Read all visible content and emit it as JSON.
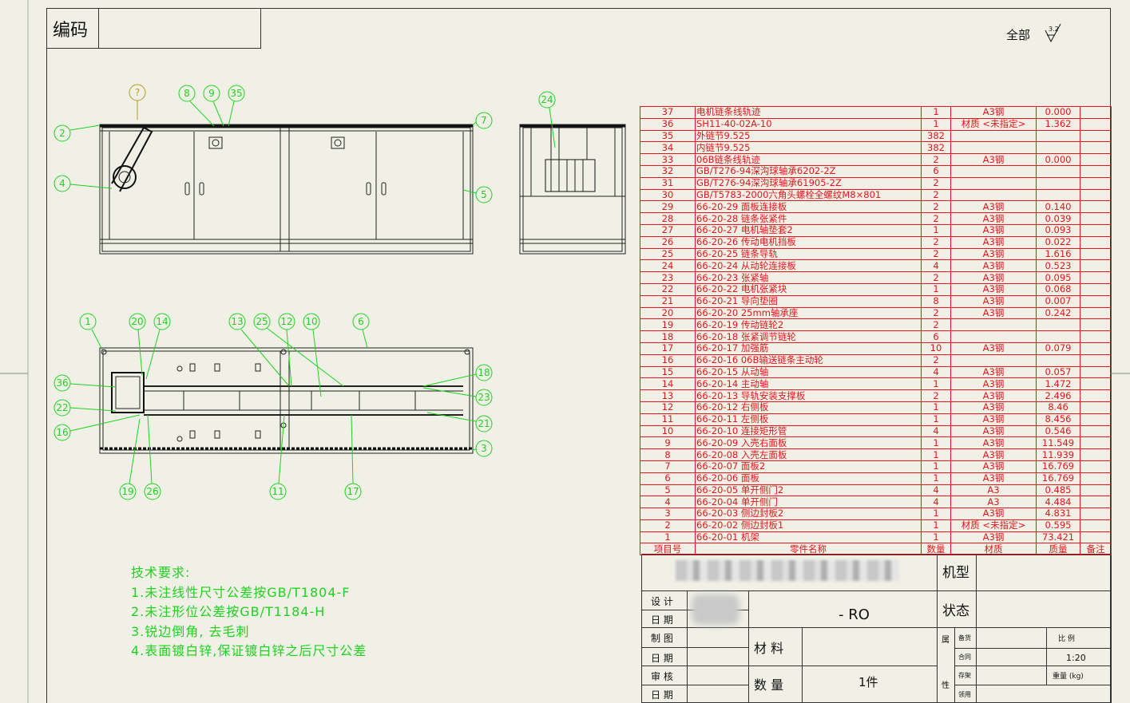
{
  "title_box": {
    "label": "编码"
  },
  "roughness": {
    "label": "全部",
    "value": "3.2"
  },
  "front_view_balloons": [
    "?",
    "8",
    "9",
    "35",
    "2",
    "7",
    "4",
    "5"
  ],
  "side_view_balloons": [
    "24"
  ],
  "top_view_balloons": [
    "1",
    "20",
    "14",
    "13",
    "25",
    "12",
    "10",
    "6",
    "36",
    "18",
    "23",
    "22",
    "21",
    "16",
    "3",
    "19",
    "26",
    "11",
    "17"
  ],
  "tech": {
    "title": "技术要求:",
    "lines": [
      "1.未注线性尺寸公差按GB/T1804-F",
      "2.未注形位公差按GB/T1184-H",
      "3.锐边倒角, 去毛刺",
      "4.表面镀白锌,保证镀白锌之后尺寸公差"
    ]
  },
  "bom": {
    "rows": [
      [
        "37",
        "电机链条线轨迹",
        "1",
        "A3钢",
        "0.000"
      ],
      [
        "36",
        "SH11-40-02A-10",
        "1",
        "材质 <未指定>",
        "1.362"
      ],
      [
        "35",
        "外链节9.525",
        "382",
        "",
        ""
      ],
      [
        "34",
        "内链节9.525",
        "382",
        "",
        ""
      ],
      [
        "33",
        "06B链条线轨迹",
        "2",
        "A3钢",
        "0.000"
      ],
      [
        "32",
        "GB/T276-94深沟球轴承6202-2Z",
        "6",
        "",
        ""
      ],
      [
        "31",
        "GB/T276-94深沟球轴承61905-2Z",
        "2",
        "",
        ""
      ],
      [
        "30",
        "GB/T5783-2000六角头螺栓全螺纹M8×801",
        "2",
        "",
        ""
      ],
      [
        "29",
        "66-20-29 面板连接板",
        "2",
        "A3钢",
        "0.140"
      ],
      [
        "28",
        "66-20-28 链条张紧件",
        "2",
        "A3钢",
        "0.039"
      ],
      [
        "27",
        "66-20-27 电机轴垫套2",
        "1",
        "A3钢",
        "0.093"
      ],
      [
        "26",
        "66-20-26 传动电机挡板",
        "2",
        "A3钢",
        "0.022"
      ],
      [
        "25",
        "66-20-25 链条导轨",
        "2",
        "A3钢",
        "1.616"
      ],
      [
        "24",
        "66-20-24 从动轮连接板",
        "4",
        "A3钢",
        "0.523"
      ],
      [
        "23",
        "66-20-23 张紧轴",
        "2",
        "A3钢",
        "0.095"
      ],
      [
        "22",
        "66-20-22 电机张紧块",
        "1",
        "A3钢",
        "0.068"
      ],
      [
        "21",
        "66-20-21 导向垫圈",
        "8",
        "A3钢",
        "0.007"
      ],
      [
        "20",
        "66-20-20 25mm轴承座",
        "2",
        "A3钢",
        "0.242"
      ],
      [
        "19",
        "66-20-19 传动链轮2",
        "2",
        "",
        ""
      ],
      [
        "18",
        "66-20-18 张紧调节链轮",
        "6",
        "",
        ""
      ],
      [
        "17",
        "66-20-17 加强筋",
        "10",
        "A3钢",
        "0.079"
      ],
      [
        "16",
        "66-20-16 06B输送链条主动轮",
        "2",
        "",
        ""
      ],
      [
        "15",
        "66-20-15 从动轴",
        "4",
        "A3钢",
        "0.057"
      ],
      [
        "14",
        "66-20-14 主动轴",
        "1",
        "A3钢",
        "1.472"
      ],
      [
        "13",
        "66-20-13 导轨安装支撑板",
        "2",
        "A3钢",
        "2.496"
      ],
      [
        "12",
        "66-20-12 右侧板",
        "1",
        "A3钢",
        "8.46"
      ],
      [
        "11",
        "66-20-11 左侧板",
        "1",
        "A3钢",
        "8.456"
      ],
      [
        "10",
        "66-20-10 连接矩形管",
        "4",
        "A3钢",
        "0.546"
      ],
      [
        "9",
        "66-20-09 入壳右面板",
        "1",
        "A3钢",
        "11.549"
      ],
      [
        "8",
        "66-20-08 入壳左面板",
        "1",
        "A3钢",
        "11.939"
      ],
      [
        "7",
        "66-20-07 面板2",
        "1",
        "A3钢",
        "16.769"
      ],
      [
        "6",
        "66-20-06 面板",
        "1",
        "A3钢",
        "16.769"
      ],
      [
        "5",
        "66-20-05 单开侧门2",
        "4",
        "A3",
        "0.485"
      ],
      [
        "4",
        "66-20-04 单开侧门",
        "4",
        "A3",
        "4.484"
      ],
      [
        "3",
        "66-20-03 侧边封板2",
        "1",
        "A3钢",
        "4.831"
      ],
      [
        "2",
        "66-20-02 侧边封板1",
        "1",
        "材质 <未指定>",
        "0.595"
      ],
      [
        "1",
        "66-20-01 机架",
        "1",
        "A3钢",
        "73.421"
      ]
    ],
    "header": [
      "项目号",
      "零件名称",
      "数量",
      "材质",
      "质量",
      "备注"
    ]
  },
  "titleblock": {
    "machine_label": "机型",
    "status_label": "状态",
    "revision": "- RO",
    "design": "设 计",
    "date1": "日 期",
    "draw": "制 图",
    "date2": "日 期",
    "review": "审 核",
    "date3": "日 期",
    "material_label": "材 料",
    "qty_label": "数 量",
    "qty_value": "1件",
    "attr_label_top": "属",
    "attr_label_bottom": "性",
    "small_rows": [
      "备货",
      "合同",
      "存架",
      "领用"
    ],
    "scale_label": "比  例",
    "scale_value": "1:20",
    "weight_label": "重量 (kg)"
  }
}
